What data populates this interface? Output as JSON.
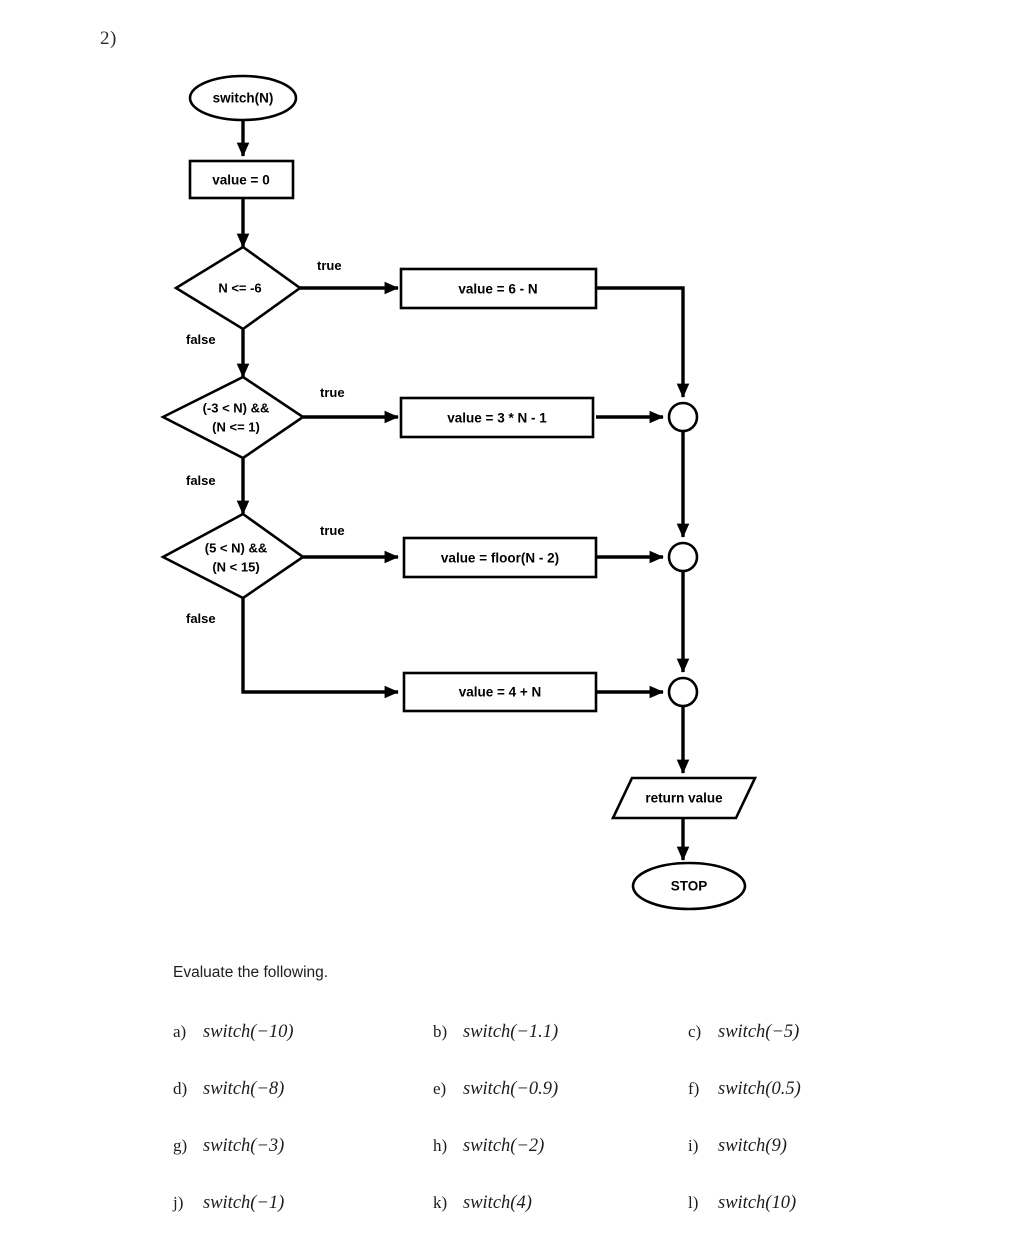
{
  "page": {
    "question_number": "2)",
    "instruction": "Evaluate the following."
  },
  "flowchart": {
    "title": "switch(N) flowchart",
    "start_node": {
      "label": "switch(N)",
      "shape": "ellipse"
    },
    "init_node": {
      "label": "value = 0",
      "shape": "process"
    },
    "decisions": [
      {
        "id": "d1",
        "lines": [
          "N <= -6"
        ],
        "true_label": "true",
        "false_label": "false",
        "true_target": "a1"
      },
      {
        "id": "d2",
        "lines": [
          "(-3 < N) &&",
          "(N <= 1)"
        ],
        "true_label": "true",
        "false_label": "false",
        "true_target": "a2"
      },
      {
        "id": "d3",
        "lines": [
          "(5 < N) &&",
          "(N < 15)"
        ],
        "true_label": "true",
        "false_label": "false",
        "true_target": "a3"
      }
    ],
    "actions": [
      {
        "id": "a1",
        "label": "value = 6 - N"
      },
      {
        "id": "a2",
        "label": "value = 3 * N - 1"
      },
      {
        "id": "a3",
        "label": "value = floor(N - 2)"
      },
      {
        "id": "a4",
        "label": "value = 4 + N"
      }
    ],
    "merge_nodes": [
      {
        "id": "m1",
        "shape": "circle"
      },
      {
        "id": "m2",
        "shape": "circle"
      },
      {
        "id": "m3",
        "shape": "circle"
      }
    ],
    "return_node": {
      "label": "return value",
      "shape": "parallelogram"
    },
    "stop_node": {
      "label": "STOP",
      "shape": "ellipse"
    },
    "colors": {
      "stroke": "#000000",
      "fill": "#ffffff",
      "text": "#000000"
    }
  },
  "questions": [
    {
      "label": "a)",
      "expr": "switch(−10)"
    },
    {
      "label": "b)",
      "expr": "switch(−1.1)"
    },
    {
      "label": "c)",
      "expr": "switch(−5)"
    },
    {
      "label": "d)",
      "expr": "switch(−8)"
    },
    {
      "label": "e)",
      "expr": "switch(−0.9)"
    },
    {
      "label": "f)",
      "expr": "switch(0.5)"
    },
    {
      "label": "g)",
      "expr": "switch(−3)"
    },
    {
      "label": "h)",
      "expr": "switch(−2)"
    },
    {
      "label": "i)",
      "expr": "switch(9)"
    },
    {
      "label": "j)",
      "expr": "switch(−1)"
    },
    {
      "label": "k)",
      "expr": "switch(4)"
    },
    {
      "label": "l)",
      "expr": "switch(10)"
    }
  ]
}
